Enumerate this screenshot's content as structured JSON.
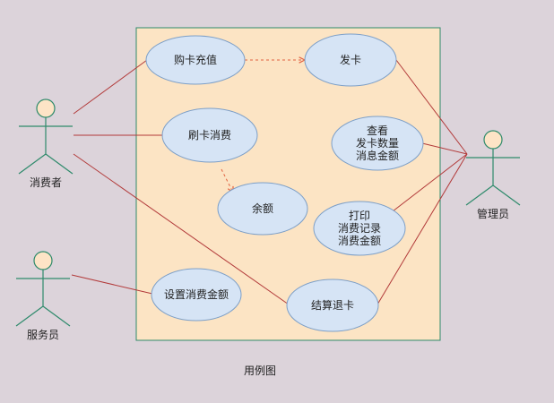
{
  "caption": "用例图",
  "colors": {
    "background": "#dcd3da",
    "system_fill": "#fce4c4",
    "system_border": "#2e8a6b",
    "usecase_fill": "#d6e4f5",
    "usecase_border": "#7d9fc7",
    "actor_fill": "#fde4c6",
    "actor_stroke": "#2e8a6b",
    "association": "#b23a3a",
    "dependency": "#e06040",
    "text": "#222222"
  },
  "actors": {
    "consumer": {
      "label": "消费者"
    },
    "server": {
      "label": "服务员"
    },
    "manager": {
      "label": "管理员"
    }
  },
  "usecases": {
    "buy_card": {
      "lines": [
        "购卡充值"
      ]
    },
    "issue_card": {
      "lines": [
        "发卡"
      ]
    },
    "swipe": {
      "lines": [
        "刷卡消费"
      ]
    },
    "query": {
      "lines": [
        "查看",
        "发卡数量",
        "消息金额"
      ]
    },
    "balance": {
      "lines": [
        "余额"
      ]
    },
    "print": {
      "lines": [
        "打印",
        "消费记录",
        "消费金额"
      ]
    },
    "set_amount": {
      "lines": [
        "设置消费金额"
      ]
    },
    "settle": {
      "lines": [
        "结算退卡"
      ]
    }
  }
}
